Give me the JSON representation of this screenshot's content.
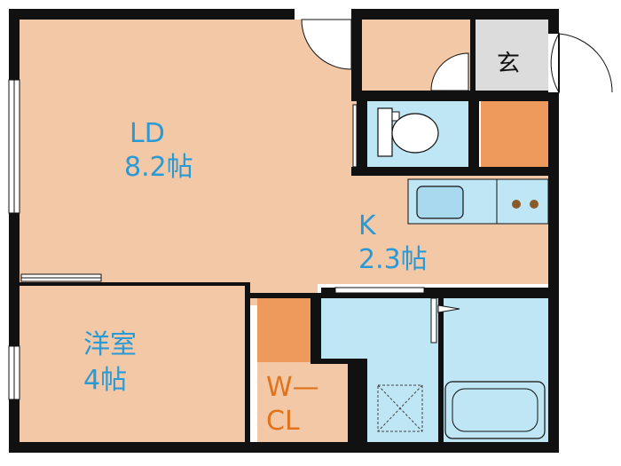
{
  "colors": {
    "floor": "#f2c8a6",
    "closet": "#ee9a5c",
    "wet_area": "#bfe6f5",
    "entrance": "#dcdcdc",
    "wall": "#111111",
    "label_blue": "#2a9ad6",
    "label_orange": "#e0731c"
  },
  "rooms": {
    "ld": {
      "name": "LD",
      "size": "8.2帖"
    },
    "kitchen": {
      "name": "K",
      "size": "2.3帖"
    },
    "western": {
      "name": "洋室",
      "size": "4帖"
    },
    "walkin_closet": {
      "line1": "W—",
      "line2": "CL"
    },
    "entrance": {
      "name": "玄"
    }
  },
  "icons": [
    "toilet-icon",
    "sink-icon",
    "stove-icon",
    "bathtub-icon",
    "washer-pan-icon",
    "door-swing-icon"
  ]
}
